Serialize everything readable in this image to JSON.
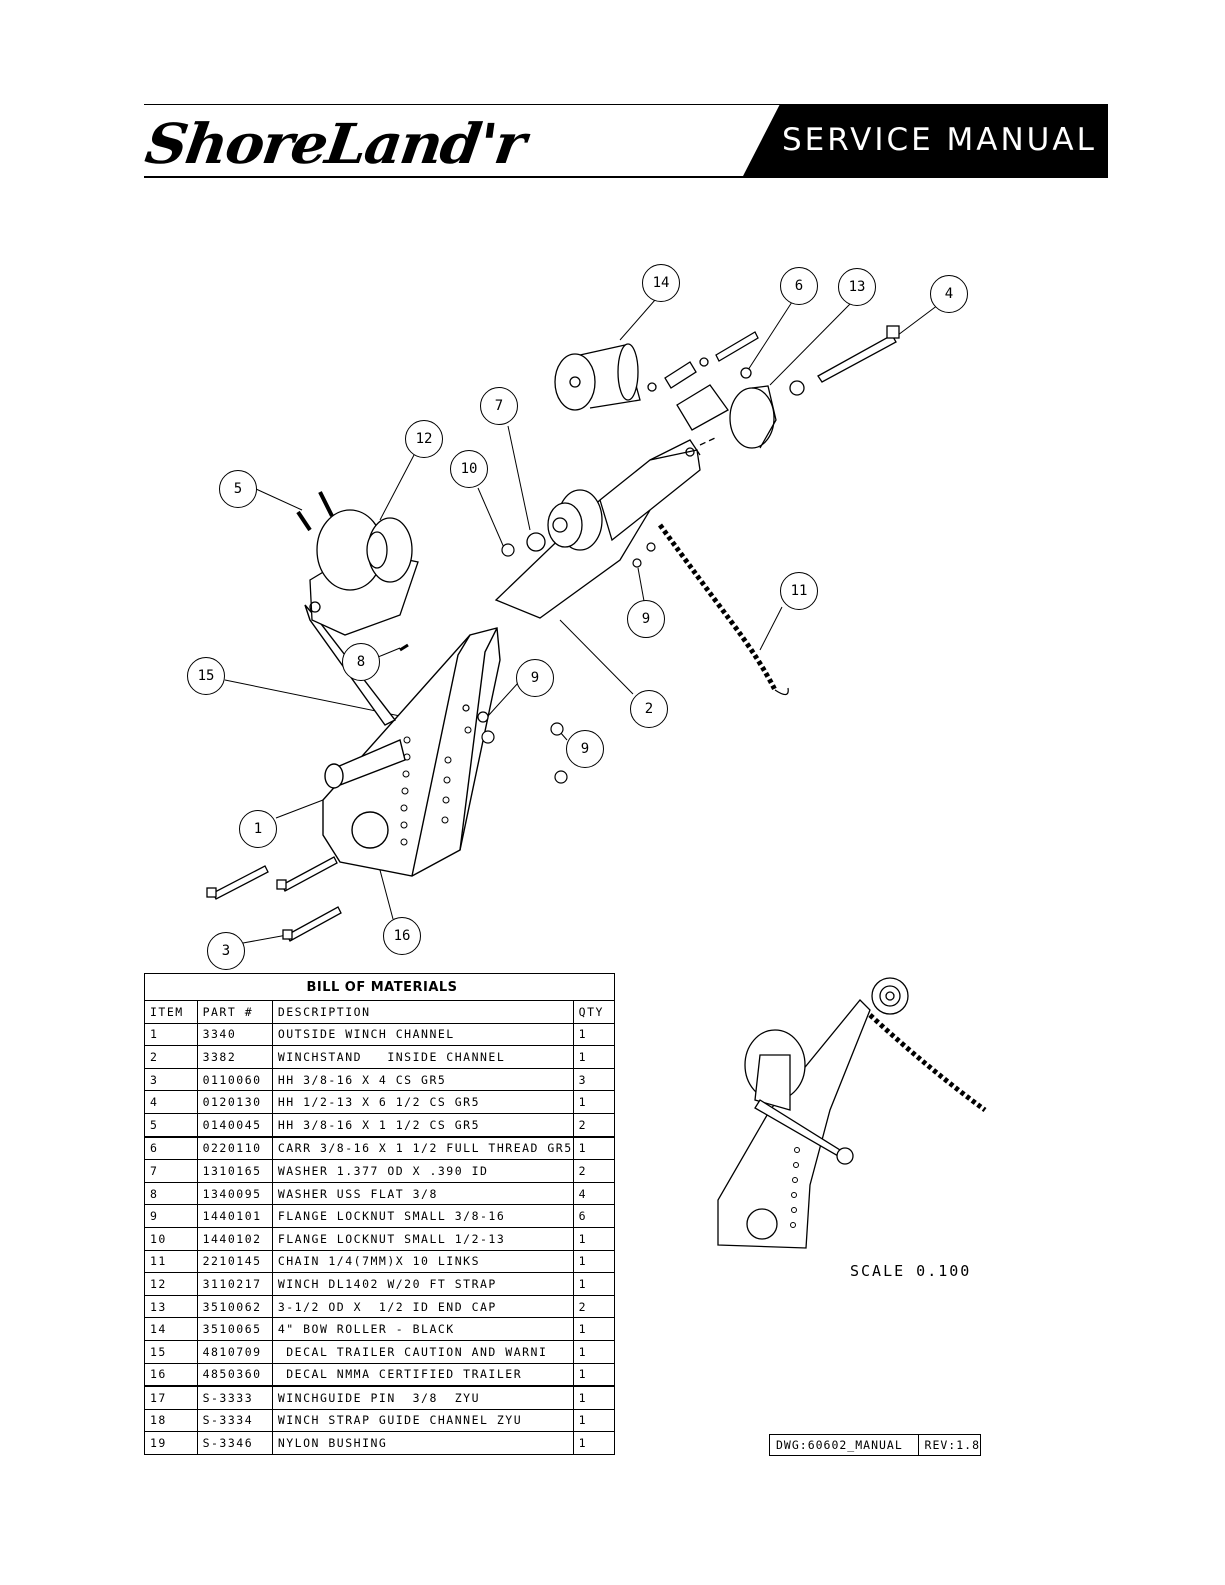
{
  "header": {
    "logo_text": "ShoreLand'r",
    "banner_text": "SERVICE MANUAL"
  },
  "callouts": [
    "14",
    "6",
    "13",
    "4",
    "7",
    "12",
    "10",
    "5",
    "11",
    "9",
    "8",
    "15",
    "9",
    "2",
    "9",
    "1",
    "16",
    "3"
  ],
  "bom": {
    "title": "BILL OF MATERIALS",
    "headers": [
      "ITEM",
      "PART #",
      "DESCRIPTION",
      "QTY"
    ],
    "rows": [
      [
        "1",
        "3340",
        "OUTSIDE WINCH CHANNEL",
        "1"
      ],
      [
        "2",
        "3382",
        "WINCHSTAND   INSIDE CHANNEL",
        "1"
      ],
      [
        "3",
        "0110060",
        "HH 3/8-16 X 4 CS GR5",
        "3"
      ],
      [
        "4",
        "0120130",
        "HH 1/2-13 X 6 1/2 CS GR5",
        "1"
      ],
      [
        "5",
        "0140045",
        "HH 3/8-16 X 1 1/2 CS GR5",
        "2"
      ],
      [
        "6",
        "0220110",
        "CARR 3/8-16 X 1 1/2 FULL THREAD GR5",
        "1"
      ],
      [
        "7",
        "1310165",
        "WASHER 1.377 OD X .390 ID",
        "2"
      ],
      [
        "8",
        "1340095",
        "WASHER USS FLAT 3/8",
        "4"
      ],
      [
        "9",
        "1440101",
        "FLANGE LOCKNUT SMALL 3/8-16",
        "6"
      ],
      [
        "10",
        "1440102",
        "FLANGE LOCKNUT SMALL 1/2-13",
        "1"
      ],
      [
        "11",
        "2210145",
        "CHAIN 1/4(7MM)X 10 LINKS",
        "1"
      ],
      [
        "12",
        "3110217",
        "WINCH DL1402 W/20 FT STRAP",
        "1"
      ],
      [
        "13",
        "3510062",
        "3-1/2 OD X  1/2 ID END CAP",
        "2"
      ],
      [
        "14",
        "3510065",
        "4\" BOW ROLLER - BLACK",
        "1"
      ],
      [
        "15",
        "4810709",
        " DECAL TRAILER CAUTION AND WARNI",
        "1"
      ],
      [
        "16",
        "4850360",
        " DECAL NMMA CERTIFIED TRAILER",
        "1"
      ],
      [
        "17",
        "S-3333",
        "WINCHGUIDE PIN  3/8  ZYU",
        "1"
      ],
      [
        "18",
        "S-3334",
        "WINCH STRAP GUIDE CHANNEL ZYU",
        "1"
      ],
      [
        "19",
        "S-3346",
        "NYLON BUSHING",
        "1"
      ]
    ]
  },
  "scale_label": "SCALE  0.100",
  "title_block": {
    "dwg": "DWG:60602_MANUAL",
    "rev": "REV:1.8"
  }
}
